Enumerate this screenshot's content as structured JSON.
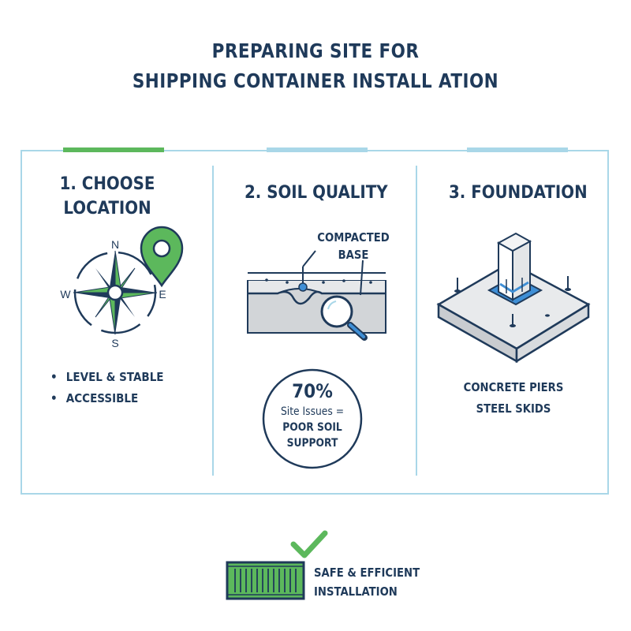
{
  "title": {
    "line1": "PREPARING SITE FOR",
    "line2": "SHIPPING CONTAINER INSTALL ATION"
  },
  "panels": [
    {
      "heading_line1": "1. CHOOSE",
      "heading_line2": "LOCATION",
      "accent_color": "#5cb85c",
      "compass": {
        "n": "N",
        "e": "E",
        "s": "S",
        "w": "W"
      },
      "bullets": [
        "LEVEL & STABLE",
        "ACCESSIBLE"
      ],
      "icons": [
        "compass-icon",
        "location-pin-icon"
      ]
    },
    {
      "heading": "2. SOIL QUALITY",
      "accent_color": "#a9d7e8",
      "callout_line1": "COMPACTED",
      "callout_line2": "BASE",
      "stat_value": "70%",
      "stat_line1": "Site Issues =",
      "stat_line2": "POOR SOIL",
      "stat_line3": "SUPPORT",
      "icons": [
        "soil-cross-section-icon",
        "magnifier-icon"
      ]
    },
    {
      "heading": "3. FOUNDATION",
      "accent_color": "#a9d7e8",
      "line1": "CONCRETE PIERS",
      "line2": "STEEL SKIDS",
      "icons": [
        "concrete-pier-icon"
      ]
    }
  ],
  "footer": {
    "line1": "SAFE & EFFICIENT",
    "line2": "INSTALLATION",
    "icons": [
      "checkmark-icon",
      "shipping-container-icon"
    ]
  },
  "colors": {
    "navy": "#1f3a5a",
    "green": "#5cb85c",
    "light_blue": "#a9d7e8",
    "highlight_blue": "#3f8fd6",
    "gray": "#d6d8db"
  }
}
